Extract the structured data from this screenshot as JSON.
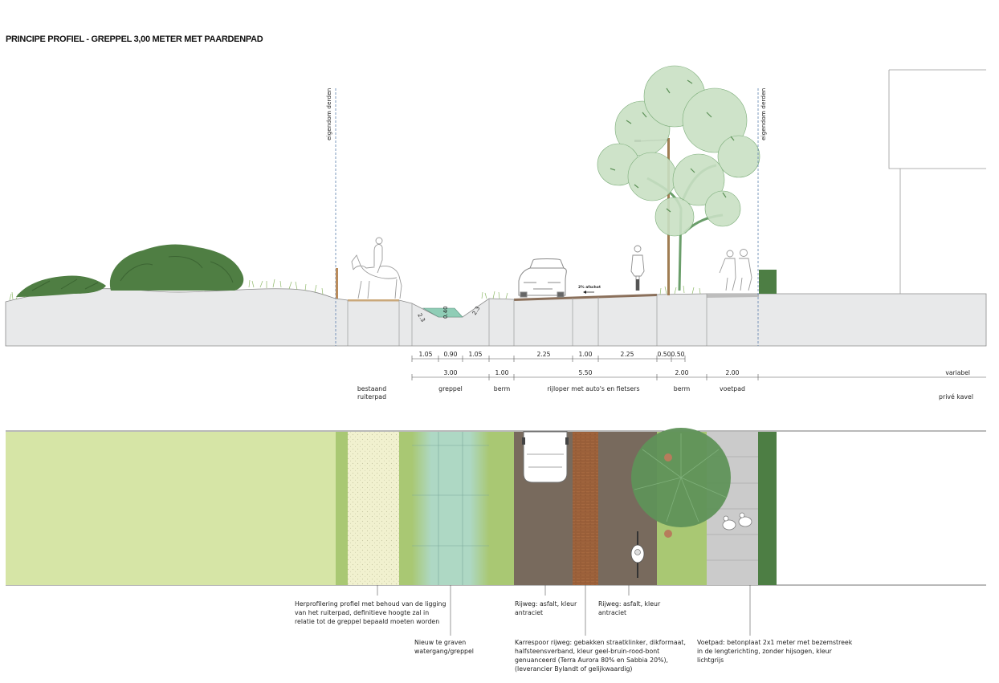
{
  "title": "PRINCIPE PROFIEL - GREPPEL 3,00 METER MET PAARDENPAD",
  "property_label_left": "eigendom derden",
  "property_label_right": "eigendom derden",
  "slope_left": "2.3",
  "slope_right": "2.3",
  "ditch_depth": "0.40",
  "road_slope": "2% afschot",
  "dimensions_top": [
    "1.05",
    "0.90",
    "1.05",
    "2.25",
    "1.00",
    "2.25",
    "0.50",
    "0.50"
  ],
  "dimensions_main": [
    "3.00",
    "1.00",
    "5.50",
    "2.00",
    "2.00",
    "variabel"
  ],
  "zones": {
    "ruiterpad": [
      "bestaand",
      "ruiterpad"
    ],
    "greppel": "greppel",
    "berm_left": "berm",
    "rijloper": "rijloper met auto's en fietsers",
    "berm_right": "berm",
    "voetpad": "voetpad",
    "kavel": "privé kavel"
  },
  "notes": {
    "herprofilering": [
      "Herprofilering profiel met behoud van de ligging",
      "van het ruiterpad, definitieve hoogte zal in",
      "relatie tot de greppel bepaald moeten worden"
    ],
    "watergang": [
      "Nieuw te graven",
      "watergang/greppel"
    ],
    "rijweg_left": [
      "Rijweg: asfalt, kleur",
      "antraciet"
    ],
    "rijweg_right": [
      "Rijweg: asfalt, kleur",
      "antraciet"
    ],
    "karrespoor": [
      "Karrespoor rijweg: gebakken straatklinker, dikformaat,",
      "halfsteensverband, kleur geel-bruin-rood-bont",
      "genuanceerd (Terra Aurora 80% en Sabbia 20%),",
      "(leverancier Bylandt of gelijkwaardig)"
    ],
    "voetpad": [
      "Voetpad: betonplaat 2x1 meter met bezemstreek",
      "in de lengterichting, zonder hijsogen, kleur",
      "lichtgrijs"
    ]
  },
  "colors": {
    "ground": "#e8e9ea",
    "grass": "#d6e5a6",
    "berm": "#a9c873",
    "ruiterpad": "#f1f1cf",
    "water": "#a8d8c5",
    "asphalt": "#786a5d",
    "brick": "#a0663f",
    "paving": "#cbcbcb",
    "tree": "#5f9259",
    "hedge": "#4d7e44"
  }
}
